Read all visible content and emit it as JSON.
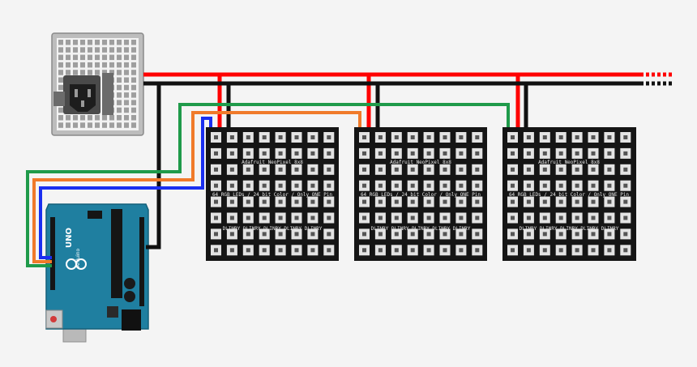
{
  "colors": {
    "background": "#f4f4f4",
    "power_wire": "#ff0000",
    "ground_wire": "#111111",
    "data_wire_1": "#1f9a4a",
    "data_wire_2": "#f07a2a",
    "data_wire_3": "#1a2ff0",
    "arduino_board": "#1f7fa0",
    "matrix_board": "#151515",
    "led_cell": "#e3e3e3"
  },
  "power_supply": {
    "icon": "ac-inlet-icon"
  },
  "arduino": {
    "logo": "UNO",
    "brand": "Arduino"
  },
  "panels": [
    {
      "title": "Adafruit NeoPixel 8x8",
      "subtitle": "64 RGB LEDs / 24 bit Color / Only ONE Pin",
      "series": "DLINRY DLINRY DLINRY DLINRY DLINRY"
    },
    {
      "title": "Adafruit NeoPixel 8x8",
      "subtitle": "64 RGB LEDs / 24 bit Color / Only ONE Pin",
      "series": "DLINRY DLINRY DLINRY DLINRY DLINRY"
    },
    {
      "title": "Adafruit NeoPixel 8x8",
      "subtitle": "64 RGB LEDs / 24 bit Color / Only ONE Pin",
      "series": "DLINRY DLINRY DLINRY DLINRY DLINRY"
    }
  ]
}
